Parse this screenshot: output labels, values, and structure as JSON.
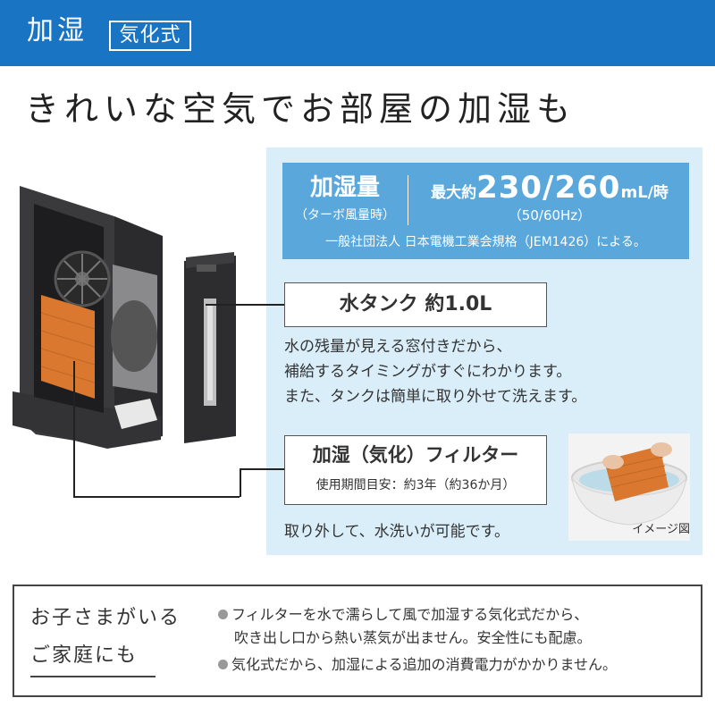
{
  "header": {
    "title": "加湿",
    "badge": "気化式"
  },
  "headline": "きれいな空気でお部屋の加湿も",
  "spec": {
    "label": "加湿量",
    "label_sub": "（ターボ風量時）",
    "value_prefix": "最大",
    "value_about": "約",
    "value_numbers": "230/260",
    "value_unit": "mL",
    "value_per": "/時",
    "value_hz": "（50/60Hz）",
    "note": "一般社団法人 日本電機工業会規格（JEM1426）による。"
  },
  "tank": {
    "title": "水タンク 約1.0L",
    "desc_lines": [
      "水の残量が見える窓付きだから、",
      "補給するタイミングがすぐにわかります。",
      "また、タンクは簡単に取り外せて洗えます。"
    ]
  },
  "filter": {
    "title": "加湿（気化）フィルター",
    "sub": "使用期間目安：約3年（約36か月）",
    "desc": "取り外して、水洗いが可能です。",
    "photo_caption": "イメージ図"
  },
  "bottom": {
    "kids_line1": "お子さまがいる",
    "kids_line2": "ご家庭にも",
    "bullets": [
      {
        "line1": "フィルターを水で濡らして風で加湿する気化式だから、",
        "line2": "吹き出し口から熱い蒸気が出ません。安全性にも配慮。"
      },
      {
        "line1": "気化式だから、加湿による追加の消費電力がかかりません。",
        "line2": ""
      }
    ]
  },
  "colors": {
    "header_blue": "#1a74c4",
    "panel_light_blue": "#d9eef9",
    "spec_blue": "#59a7db",
    "filter_orange": "#d9782e"
  }
}
